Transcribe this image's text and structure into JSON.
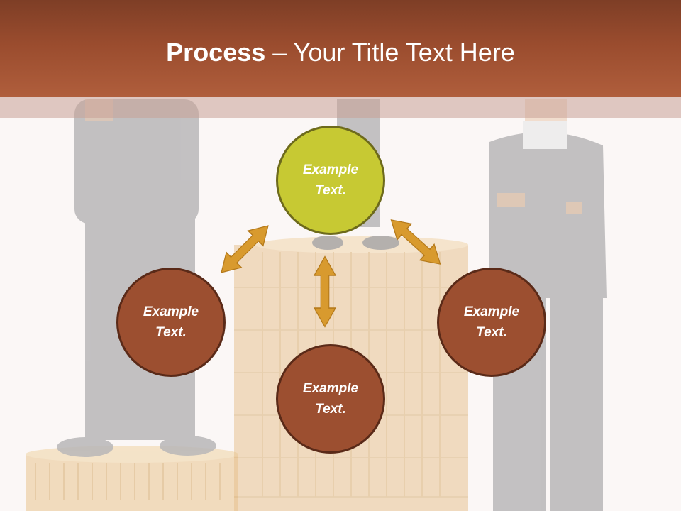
{
  "slide": {
    "title_bold": "Process",
    "title_rest": " – Your Title Text Here"
  },
  "nodes": {
    "top": "Example\nText.",
    "left": "Example\nText.",
    "right": "Example\nText.",
    "bottom": "Example\nText."
  },
  "colors": {
    "title_bar": "#9a4c2e",
    "top_circle": "#c7c933",
    "brown_circle": "#9c4f30",
    "arrow": "#d89a2e",
    "background": "#fbf7f6"
  },
  "icons": {
    "arrows": "double-headed-arrow",
    "background": "businessmen-on-coin-stacks"
  }
}
